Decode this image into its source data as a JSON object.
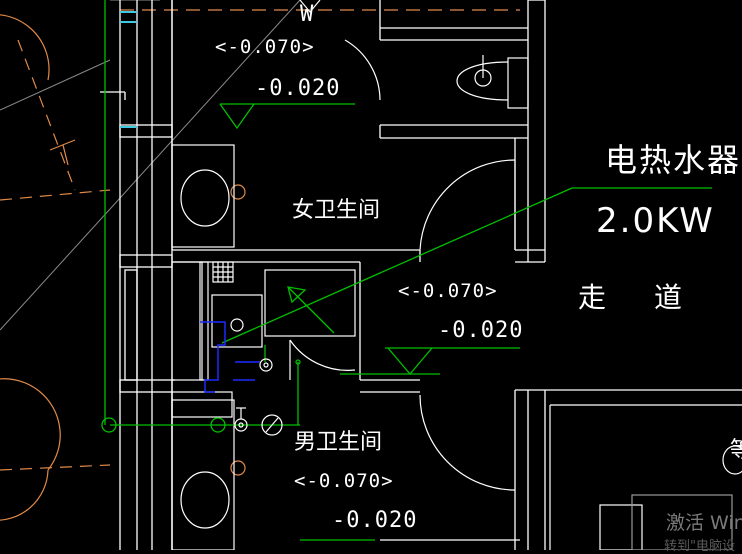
{
  "colors": {
    "background": "#000000",
    "wall": "#ffffff",
    "green": "#00c000",
    "orange": "#e08a4a",
    "blue": "#1020ff",
    "cyan": "#40c8e0",
    "grey": "#9a9a9a"
  },
  "labels": {
    "top_letter": "W",
    "level_top_1": "<-0.070>",
    "level_top_2": "-0.020",
    "level_mid_1": "<-0.070>",
    "level_mid_2": "-0.020",
    "level_bot_1": "<-0.070>",
    "level_bot_2": "-0.020",
    "room_female": "女卫生间",
    "room_male": "男卫生间",
    "corridor_1": "走",
    "corridor_2": "道",
    "heater_name": "电热水器",
    "heater_power": "2.0KW",
    "edge_char": "等"
  },
  "watermark": {
    "line1": "激活 Win",
    "line2": "转到\"电脑设"
  }
}
